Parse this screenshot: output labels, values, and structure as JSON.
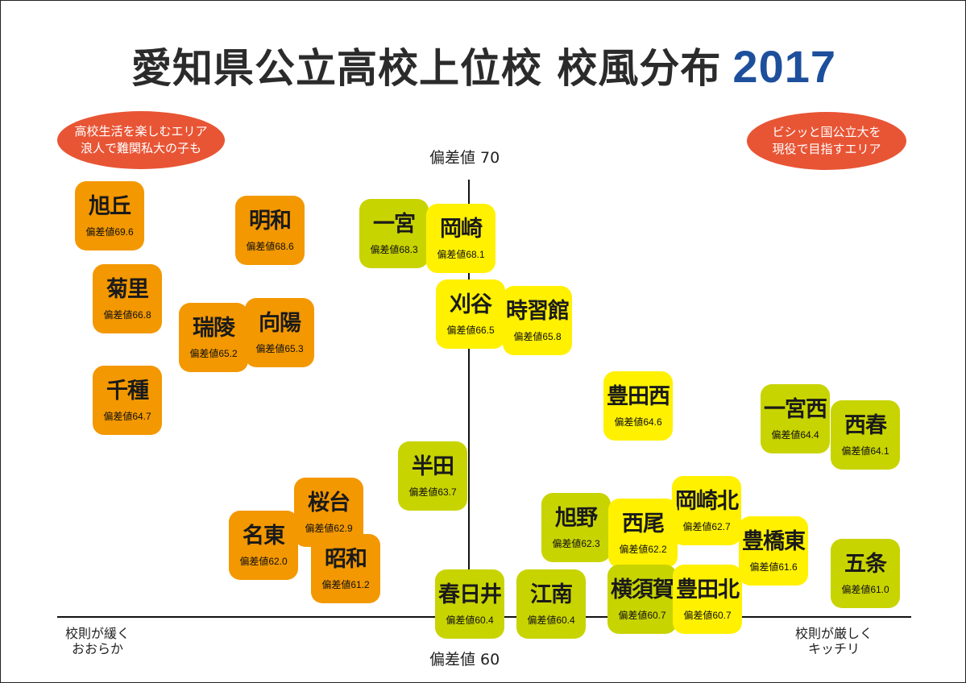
{
  "title": {
    "main": "愛知県公立高校上位校 校風分布",
    "year": "2017"
  },
  "bubbles": {
    "left": [
      "高校生活を楽しむエリア",
      "浪人で難関私大の子も"
    ],
    "right": [
      "ビシッと国公立大を",
      "現役で目指すエリア"
    ]
  },
  "axis": {
    "top": "偏差値 70",
    "bottom": "偏差値 60",
    "left": [
      "校則が緩く",
      "おおらか"
    ],
    "right": [
      "校則が厳しく",
      "キッチリ"
    ]
  },
  "colors": {
    "orange": "#f39800",
    "yellow": "#fff100",
    "green": "#c8d400"
  },
  "score_prefix": "偏差値",
  "schools": [
    {
      "name": "旭丘",
      "score": "69.6",
      "color": "orange"
    },
    {
      "name": "明和",
      "score": "68.6",
      "color": "orange"
    },
    {
      "name": "一宮",
      "score": "68.3",
      "color": "green"
    },
    {
      "name": "岡崎",
      "score": "68.1",
      "color": "yellow"
    },
    {
      "name": "菊里",
      "score": "66.8",
      "color": "orange"
    },
    {
      "name": "刈谷",
      "score": "66.5",
      "color": "yellow"
    },
    {
      "name": "時習館",
      "score": "65.8",
      "color": "yellow"
    },
    {
      "name": "瑞陵",
      "score": "65.2",
      "color": "orange"
    },
    {
      "name": "向陽",
      "score": "65.3",
      "color": "orange"
    },
    {
      "name": "千種",
      "score": "64.7",
      "color": "orange"
    },
    {
      "name": "豊田西",
      "score": "64.6",
      "color": "yellow"
    },
    {
      "name": "一宮西",
      "score": "64.4",
      "color": "green"
    },
    {
      "name": "西春",
      "score": "64.1",
      "color": "green"
    },
    {
      "name": "半田",
      "score": "63.7",
      "color": "green"
    },
    {
      "name": "桜台",
      "score": "62.9",
      "color": "orange"
    },
    {
      "name": "岡崎北",
      "score": "62.7",
      "color": "yellow"
    },
    {
      "name": "旭野",
      "score": "62.3",
      "color": "green"
    },
    {
      "name": "西尾",
      "score": "62.2",
      "color": "yellow"
    },
    {
      "name": "名東",
      "score": "62.0",
      "color": "orange"
    },
    {
      "name": "豊橋東",
      "score": "61.6",
      "color": "yellow"
    },
    {
      "name": "昭和",
      "score": "61.2",
      "color": "orange"
    },
    {
      "name": "五条",
      "score": "61.0",
      "color": "green"
    },
    {
      "name": "春日井",
      "score": "60.4",
      "color": "green"
    },
    {
      "name": "江南",
      "score": "60.4",
      "color": "green"
    },
    {
      "name": "横須賀",
      "score": "60.7",
      "color": "green"
    },
    {
      "name": "豊田北",
      "score": "60.7",
      "color": "yellow"
    }
  ]
}
